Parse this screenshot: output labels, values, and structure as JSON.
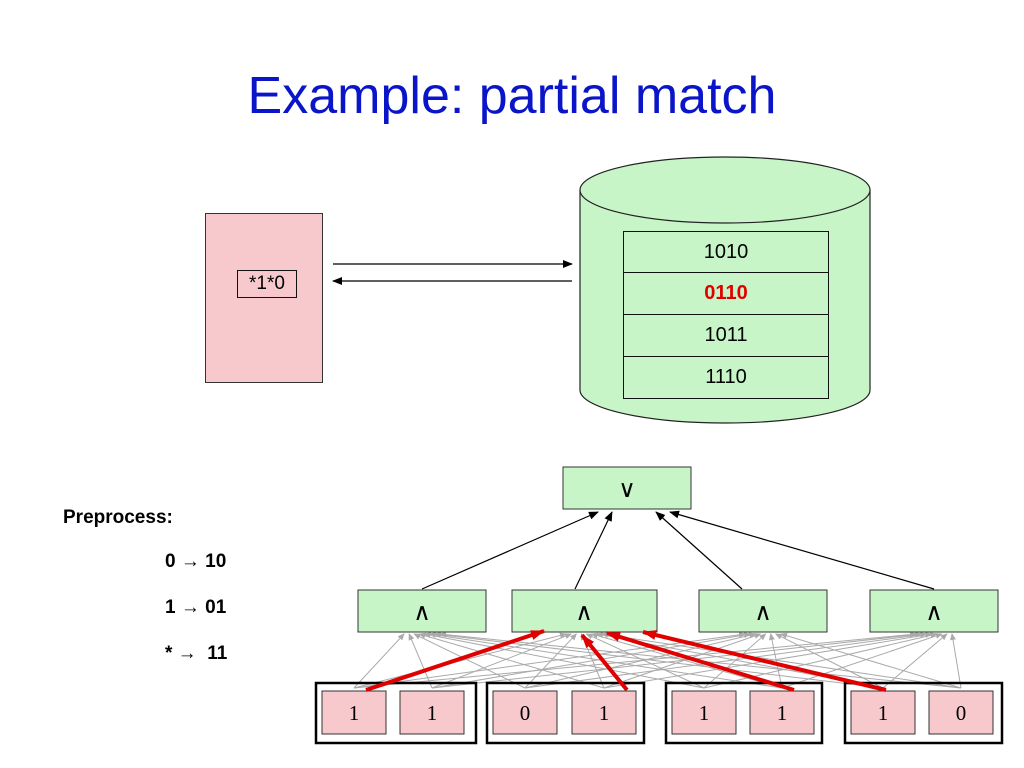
{
  "title": "Example: partial match",
  "client": {
    "query": "*1*0"
  },
  "database": {
    "rows": [
      {
        "value": "1010",
        "highlight": false
      },
      {
        "value": "0110",
        "highlight": true
      },
      {
        "value": "1011",
        "highlight": false
      },
      {
        "value": "1110",
        "highlight": false
      }
    ]
  },
  "preprocess": {
    "heading": "Preprocess:",
    "rules": [
      "0 → 10",
      "1 → 01",
      "* →  11"
    ]
  },
  "circuit": {
    "or_gate": "∨",
    "and_gates": [
      "∧",
      "∧",
      "∧",
      "∧"
    ],
    "input_groups": [
      [
        "1",
        "1"
      ],
      [
        "0",
        "1"
      ],
      [
        "1",
        "1"
      ],
      [
        "1",
        "0"
      ]
    ]
  },
  "colors": {
    "title": "#0a14c8",
    "client_fill": "#f7c8cc",
    "db_fill": "#c8f5c8",
    "highlight": "#e00000",
    "active_wire": "#e00000",
    "inactive_wire": "#aaaaaa"
  }
}
